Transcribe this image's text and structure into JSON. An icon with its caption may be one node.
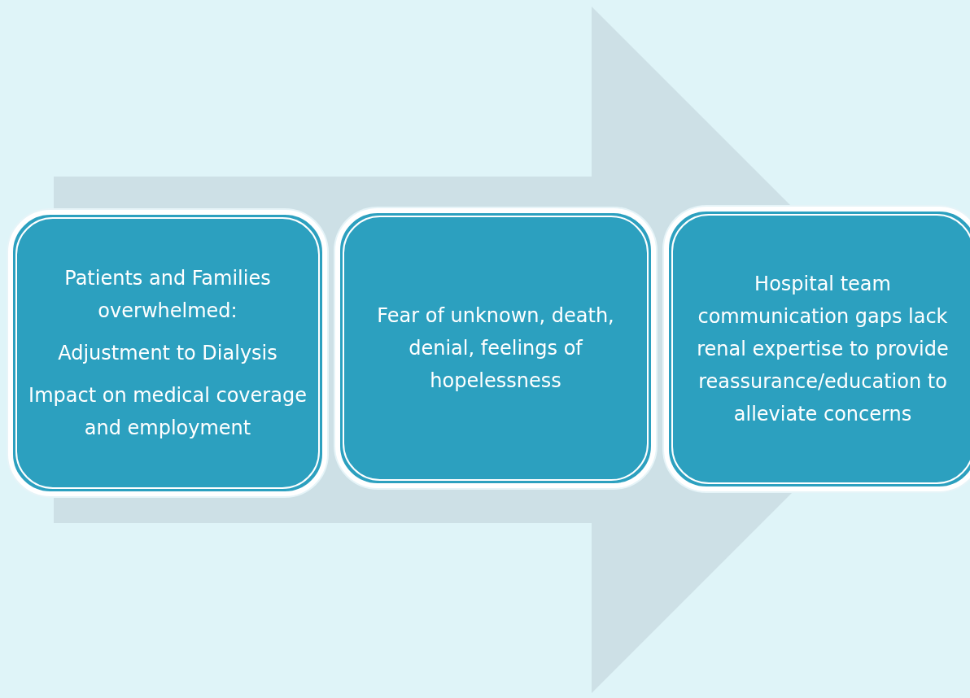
{
  "diagram": {
    "nodes": [
      {
        "text": [
          "Patients and Families overwhelmed:",
          "Adjustment to Dialysis",
          "Impact on medical coverage and employment"
        ]
      },
      {
        "text": [
          "Fear of unknown, death, denial, feelings of hopelessness"
        ]
      },
      {
        "text": [
          "Hospital team communication gaps lack renal expertise to provide reassurance/education to alleviate concerns"
        ]
      }
    ],
    "edges": [
      {
        "from": 0,
        "to": 2,
        "arrow": "to",
        "style": "thick"
      }
    ]
  }
}
